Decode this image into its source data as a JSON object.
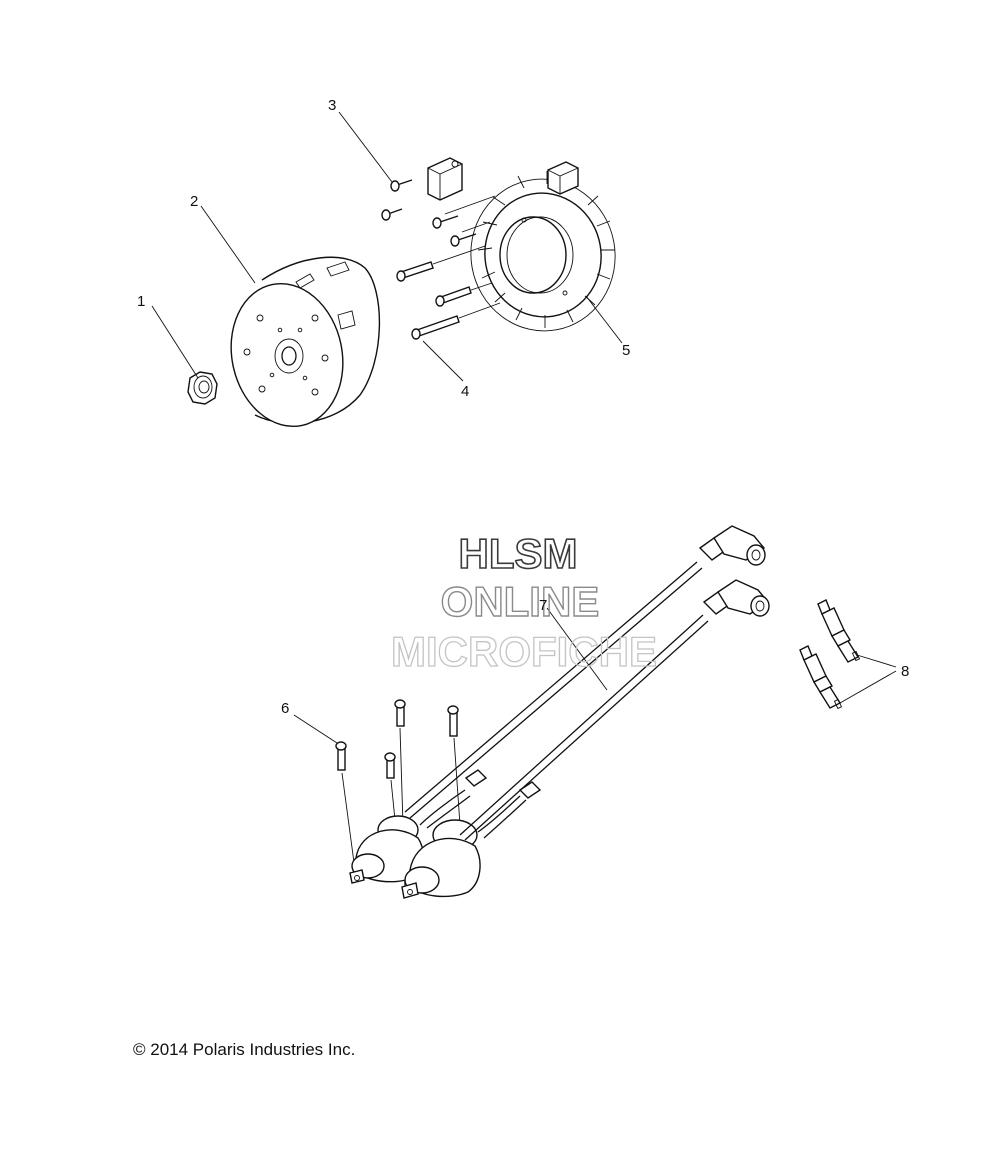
{
  "callouts": [
    {
      "id": "1",
      "text": "1"
    },
    {
      "id": "2",
      "text": "2"
    },
    {
      "id": "3",
      "text": "3"
    },
    {
      "id": "4",
      "text": "4"
    },
    {
      "id": "5",
      "text": "5"
    },
    {
      "id": "6",
      "text": "6"
    },
    {
      "id": "7",
      "text": "7"
    },
    {
      "id": "8",
      "text": "8"
    }
  ],
  "watermark": {
    "line1": "HLSM",
    "line2": "ONLINE",
    "line3": "MICROFICHE"
  },
  "copyright": "© 2014 Polaris Industries Inc."
}
